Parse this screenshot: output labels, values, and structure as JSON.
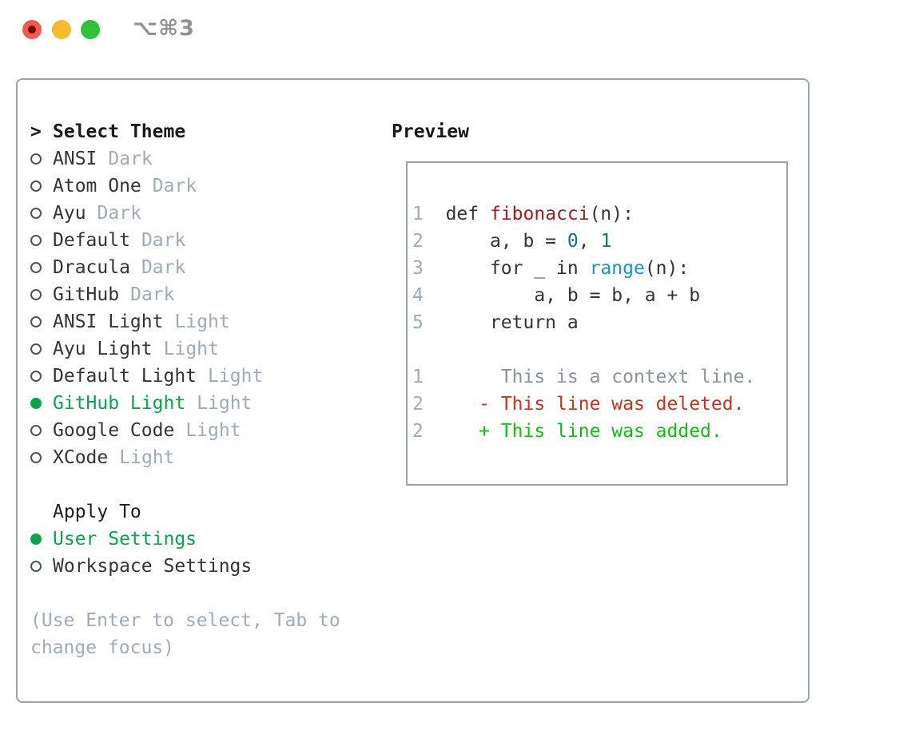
{
  "window": {
    "title": "⌥⌘3",
    "traffic_lights": {
      "close": "#f15b4e",
      "close_dot": "#740d06",
      "minimize": "#f6ba30",
      "zoom": "#30c13d"
    }
  },
  "theme_selector": {
    "cursor": ">",
    "header": "Select Theme",
    "themes": [
      {
        "name": "ANSI",
        "tag": "Dark",
        "selected": false
      },
      {
        "name": "Atom One",
        "tag": "Dark",
        "selected": false
      },
      {
        "name": "Ayu",
        "tag": "Dark",
        "selected": false
      },
      {
        "name": "Default",
        "tag": "Dark",
        "selected": false
      },
      {
        "name": "Dracula",
        "tag": "Dark",
        "selected": false
      },
      {
        "name": "GitHub",
        "tag": "Dark",
        "selected": false
      },
      {
        "name": "ANSI Light",
        "tag": "Light",
        "selected": false
      },
      {
        "name": "Ayu Light",
        "tag": "Light",
        "selected": false
      },
      {
        "name": "Default Light",
        "tag": "Light",
        "selected": false
      },
      {
        "name": "GitHub Light",
        "tag": "Light",
        "selected": true
      },
      {
        "name": "Google Code",
        "tag": "Light",
        "selected": false
      },
      {
        "name": "XCode",
        "tag": "Light",
        "selected": false
      }
    ],
    "apply_to": {
      "header": "Apply To",
      "options": [
        {
          "name": "User Settings",
          "selected": true
        },
        {
          "name": "Workspace Settings",
          "selected": false
        }
      ]
    },
    "hint_lines": [
      "(Use Enter to select, Tab to",
      "change focus)"
    ]
  },
  "preview": {
    "label": "Preview",
    "code_lines": [
      {
        "num": "1",
        "segments": [
          {
            "style": "plain",
            "text": "def "
          },
          {
            "style": "function",
            "text": "fibonacci"
          },
          {
            "style": "plain",
            "text": "(n):"
          }
        ]
      },
      {
        "num": "2",
        "segments": [
          {
            "style": "plain",
            "text": "    a, b = "
          },
          {
            "style": "number",
            "text": "0"
          },
          {
            "style": "plain",
            "text": ", "
          },
          {
            "style": "number",
            "text": "1"
          }
        ]
      },
      {
        "num": "3",
        "segments": [
          {
            "style": "plain",
            "text": "    for _ in "
          },
          {
            "style": "builtin",
            "text": "range"
          },
          {
            "style": "plain",
            "text": "(n):"
          }
        ]
      },
      {
        "num": "4",
        "segments": [
          {
            "style": "plain",
            "text": "        a, b = b, a + b"
          }
        ]
      },
      {
        "num": "5",
        "segments": [
          {
            "style": "plain",
            "text": "    return a"
          }
        ]
      },
      {
        "num": "",
        "segments": []
      },
      {
        "num": "1",
        "segments": [
          {
            "style": "context",
            "text": "     This is a context line."
          }
        ]
      },
      {
        "num": "2",
        "segments": [
          {
            "style": "deleted",
            "text": "   - This line was deleted."
          }
        ]
      },
      {
        "num": "2",
        "segments": [
          {
            "style": "added",
            "text": "   + This line was added."
          }
        ]
      }
    ]
  },
  "colors": {
    "accent_green": "#0da24c",
    "added_green": "#0fbf12",
    "deleted_red": "#c5341f",
    "function_red": "#a31c1c",
    "number_teal": "#0e767c",
    "builtin_blue": "#1b91cf",
    "muted_gray": "#9fabb8",
    "context_gray": "#8b939b",
    "text_dark": "#30353b",
    "border_gray": "#9aa3af"
  }
}
